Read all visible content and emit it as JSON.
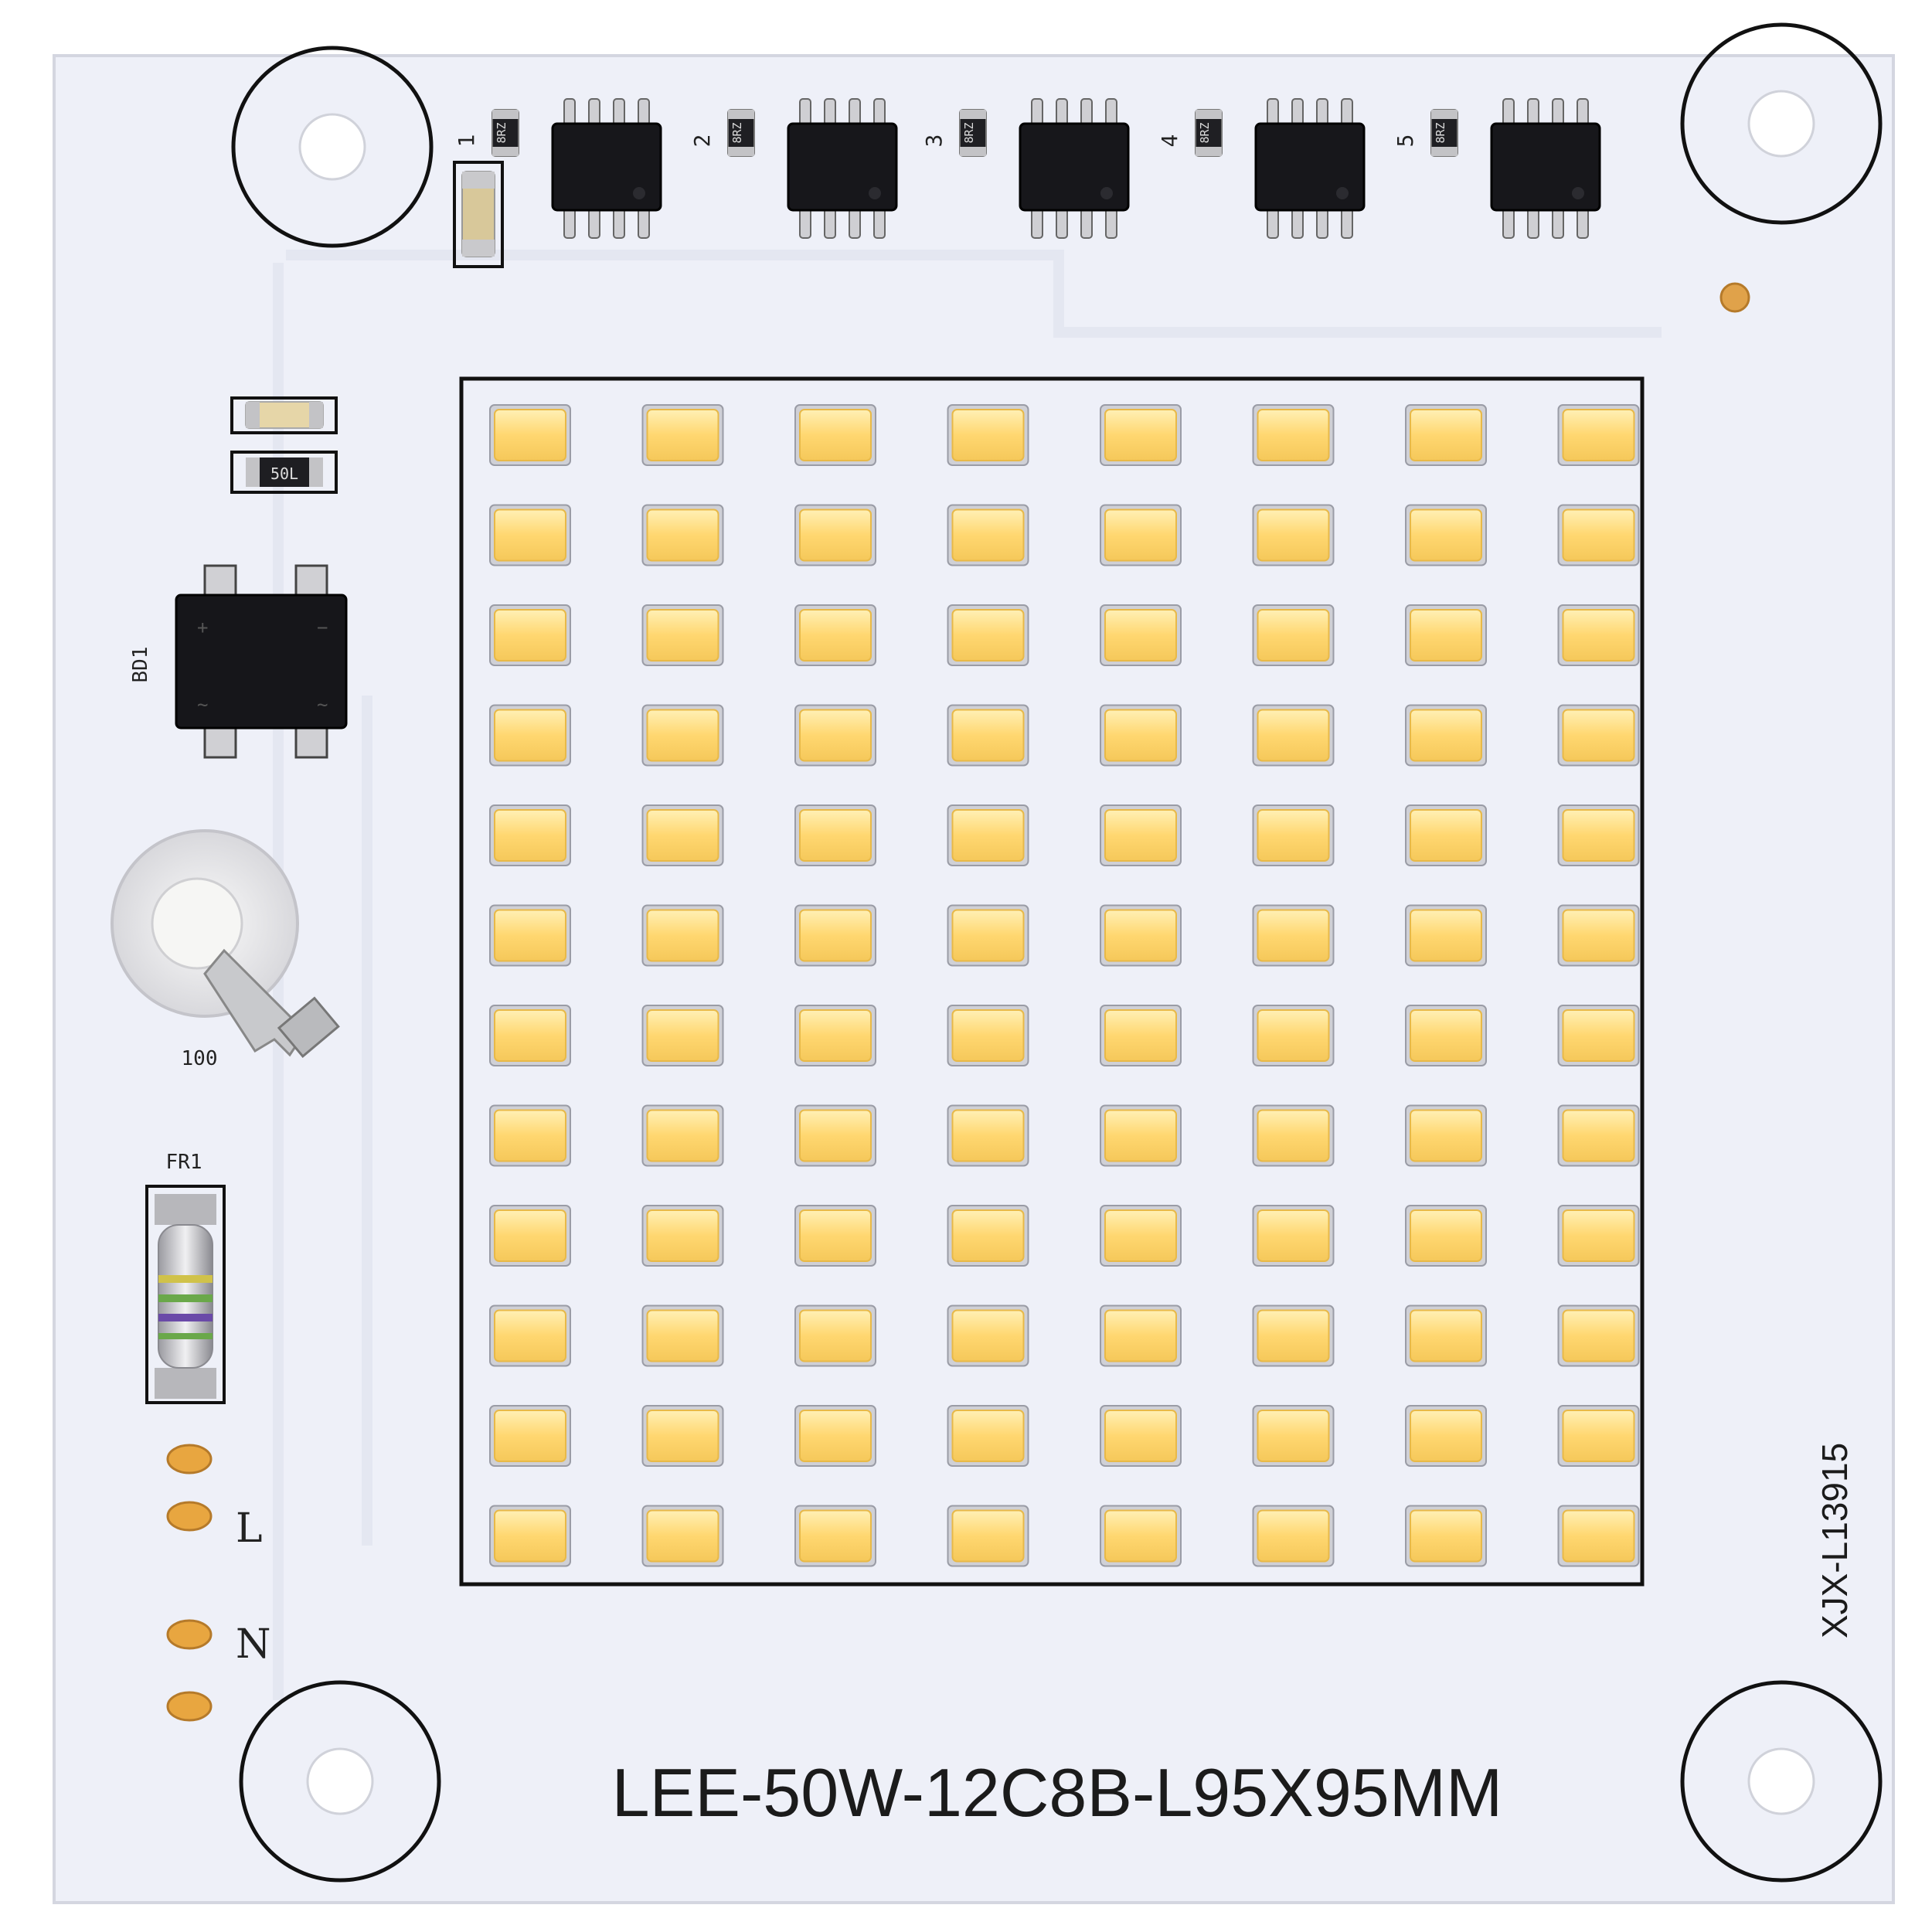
{
  "board": {
    "model_label": "LEE-50W-12C8B-L95X95MM",
    "serial_label": "XJX-L13915",
    "pcb_color": "#eef0f8",
    "led_color": "#ffd97a"
  },
  "driver_channels": [
    "1",
    "2",
    "3",
    "4",
    "5"
  ],
  "resistor_marking": "8RZ",
  "components": {
    "bridge_label": "BD1",
    "capacitor_label": "100",
    "fuse_label": "FR1",
    "resistor_top": "50L"
  },
  "terminals": {
    "live_label": "L",
    "neutral_label": "N"
  },
  "led_grid": {
    "rows": 12,
    "cols": 8
  }
}
